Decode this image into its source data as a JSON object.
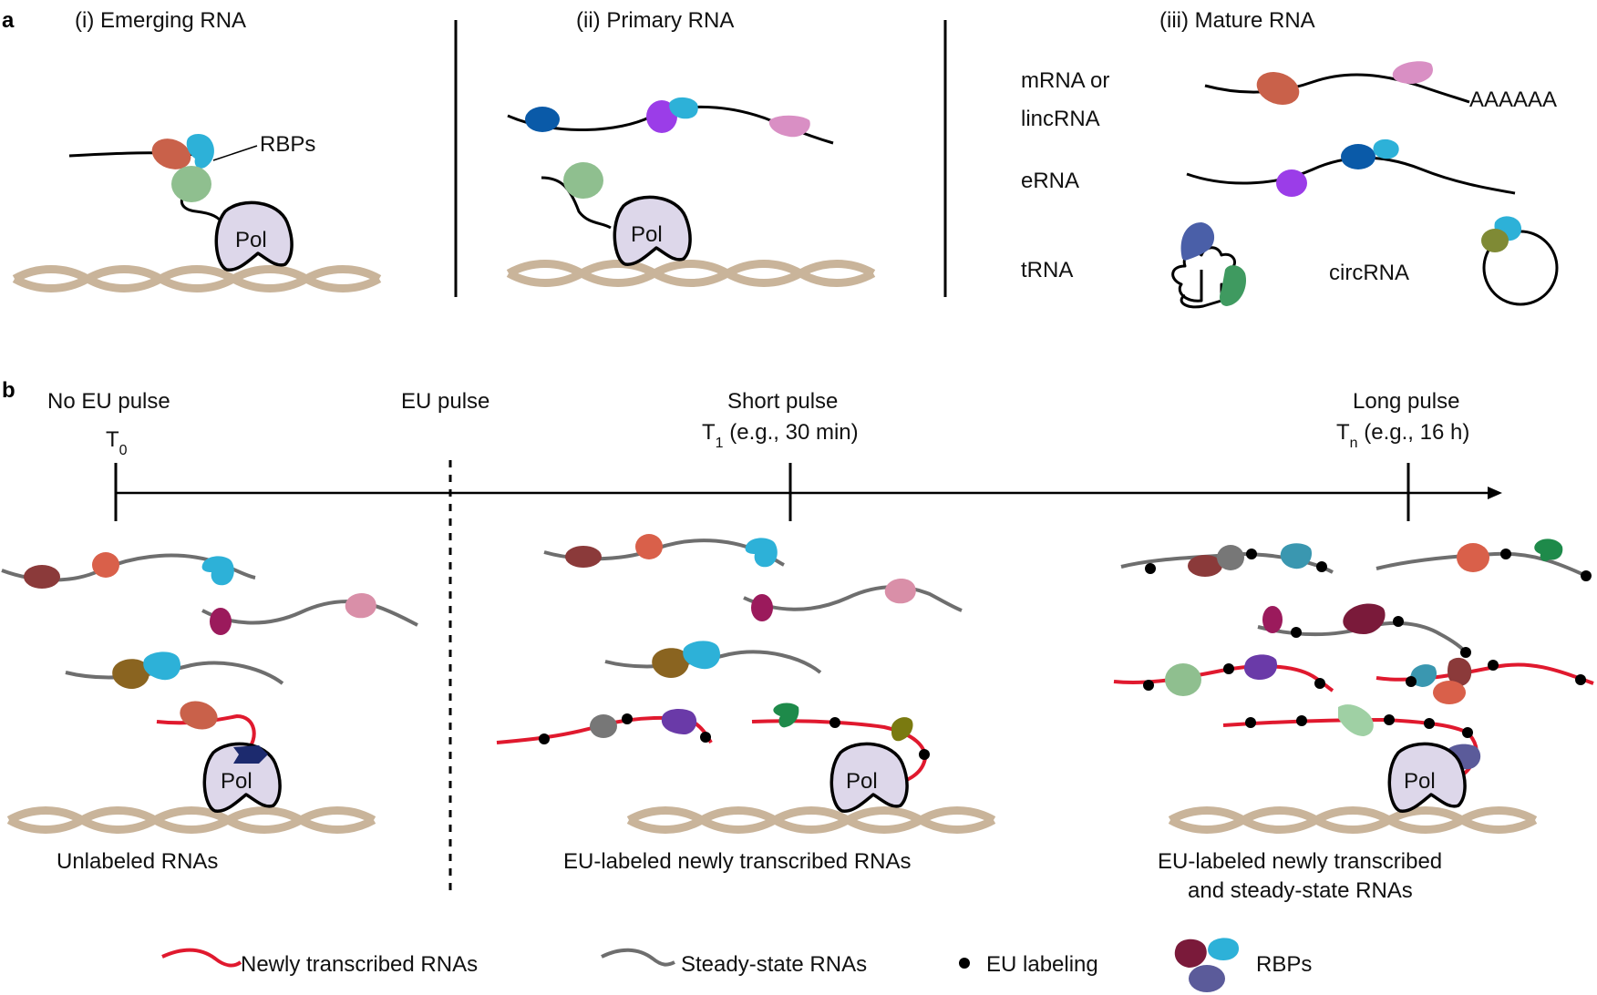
{
  "panel_a": {
    "letter": "a",
    "section_i": {
      "title": "(i) Emerging RNA",
      "rbps_label": "RBPs",
      "pol": "Pol"
    },
    "section_ii": {
      "title": "(ii) Primary RNA",
      "pol": "Pol"
    },
    "section_iii": {
      "title": "(iii) Mature RNA",
      "mrna_line1": "mRNA or",
      "mrna_line2": "lincRNA",
      "polya": "AAAAAA",
      "erna": "eRNA",
      "trna": "tRNA",
      "circrna": "circRNA"
    }
  },
  "panel_b": {
    "letter": "b",
    "no_pulse": {
      "label": "No EU pulse",
      "t": "T",
      "sub": "0"
    },
    "eu_pulse": "EU pulse",
    "short_pulse": {
      "label": "Short pulse",
      "t": "T",
      "sub": "1",
      "rest": " (e.g., 30 min)"
    },
    "long_pulse": {
      "label": "Long pulse",
      "t": "T",
      "sub": "n",
      "rest": " (e.g., 16 h)"
    },
    "pol": "Pol",
    "caption_left": "Unlabeled RNAs",
    "caption_mid": "EU-labeled newly transcribed RNAs",
    "caption_right_1": "EU-labeled newly transcribed",
    "caption_right_2": "and steady-state RNAs"
  },
  "legend": {
    "new_rna": "Newly transcribed RNAs",
    "steady_rna": "Steady-state RNAs",
    "eu": "EU labeling",
    "rbps": "RBPs"
  },
  "colors": {
    "new_rna": "#e0192e",
    "steady_rna": "#6e6e6e",
    "dna": "#c9b49a",
    "pol_fill": "#ddd7ea"
  }
}
